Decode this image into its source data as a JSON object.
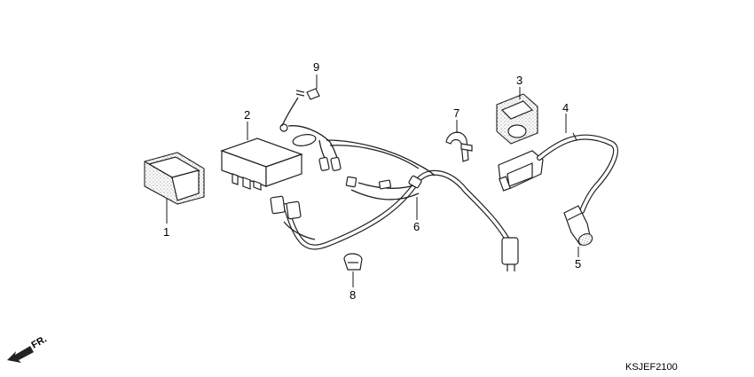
{
  "callouts": [
    {
      "id": "1",
      "label": "1"
    },
    {
      "id": "2",
      "label": "2"
    },
    {
      "id": "3",
      "label": "3"
    },
    {
      "id": "4",
      "label": "4"
    },
    {
      "id": "5",
      "label": "5"
    },
    {
      "id": "6",
      "label": "6"
    },
    {
      "id": "7",
      "label": "7"
    },
    {
      "id": "8",
      "label": "8"
    },
    {
      "id": "9",
      "label": "9"
    }
  ],
  "direction_indicator": {
    "label": "FR.",
    "icon": "front-arrow-icon"
  },
  "diagram_code": "KSJEF2100",
  "colors": {
    "line": "#222222",
    "background": "#ffffff"
  }
}
